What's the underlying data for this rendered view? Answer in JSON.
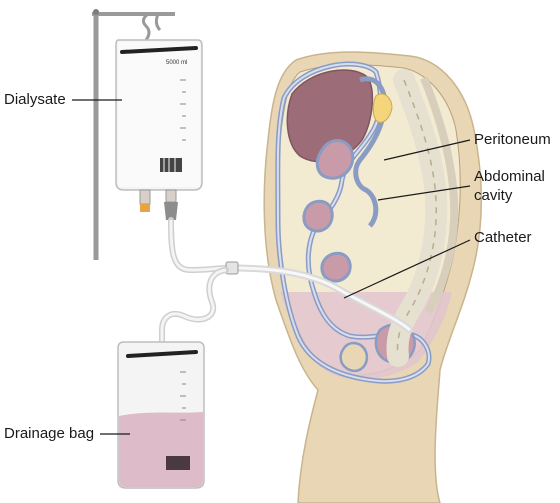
{
  "labels": {
    "dialysate": "Dialysate",
    "peritoneum": "Peritoneum",
    "abdominal_cavity_line1": "Abdominal",
    "abdominal_cavity_line2": "cavity",
    "catheter": "Catheter",
    "drainage_bag": "Drainage bag"
  },
  "bag_volume": "5000 ml",
  "colors": {
    "dialysate_fluid": "#f7f7f7",
    "drainage_fluid": "#d9b0c0",
    "tissue": "#efe1c2",
    "skin": "#e9d6b5",
    "organ_outline": "#8a9bc4",
    "organ_fill": "#c99aa8",
    "liver": "#9c6d78",
    "catheter": "#d9d9d9",
    "pole": "#9a9a9a"
  }
}
